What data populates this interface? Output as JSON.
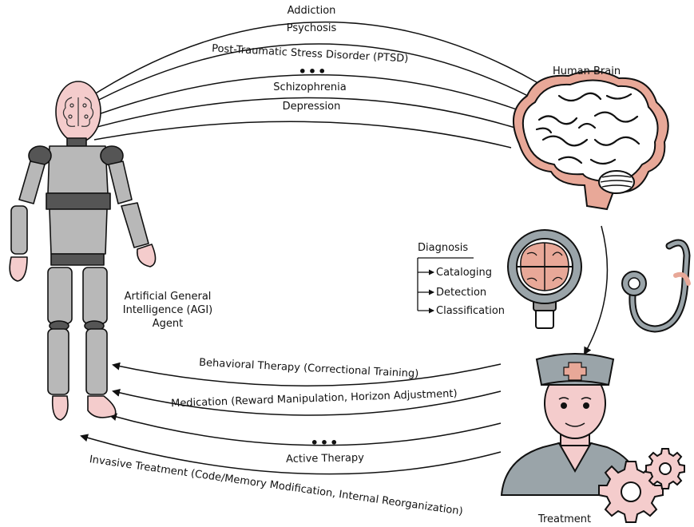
{
  "disorders": {
    "addiction": "Addiction",
    "psychosis": "Psychosis",
    "ptsd": "Post-Traumatic Stress Disorder (PTSD)",
    "ellipsis": "•••",
    "schizophrenia": "Schizophrenia",
    "depression": "Depression"
  },
  "human_brain": {
    "label": "Human Brain"
  },
  "agent": {
    "label": "Artificial General\nIntelligence (AGI)\nAgent"
  },
  "diagnosis": {
    "title": "Diagnosis",
    "items": [
      "Cataloging",
      "Detection",
      "Classification"
    ]
  },
  "treatments": {
    "behavioral": "Behavioral Therapy (Correctional Training)",
    "medication": "Medication (Reward Manipulation, Horizon Adjustment)",
    "ellipsis": "•••",
    "active": "Active Therapy",
    "invasive": "Invasive Treatment (Code/Memory Modification, Internal Reorganization)"
  },
  "treatment": {
    "label": "Treatment"
  },
  "colors": {
    "skin": "#f4cccc",
    "brain_outline": "#e8a898",
    "robot_gray": "#b8b8b8",
    "robot_dark": "#555555",
    "line": "#111111"
  }
}
